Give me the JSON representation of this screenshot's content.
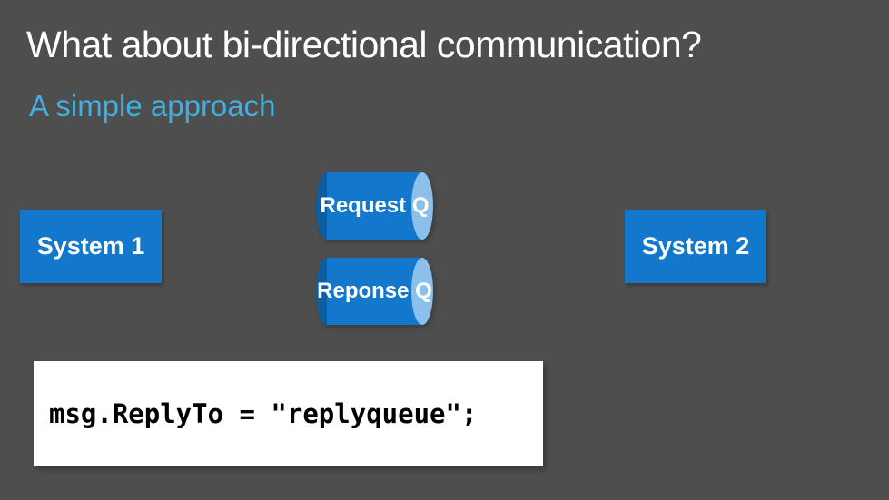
{
  "slide": {
    "title": "What about bi-directional communication?",
    "subtitle": "A simple approach",
    "diagram": {
      "system1_label": "System 1",
      "system2_label": "System 2",
      "request_queue_label": "Request Q",
      "response_queue_label": "Reponse Q"
    },
    "code": {
      "snippet": "msg.ReplyTo = \"replyqueue\";"
    },
    "colors": {
      "background": "#4e4e4e",
      "title_color": "#ffffff",
      "subtitle_color": "#41afdf",
      "shape_blue": "#1377cb",
      "cap_dark": "#0c5ea1",
      "cap_light": "#8cc0ea",
      "code_bg": "#ffffff",
      "code_text": "#000000"
    }
  }
}
